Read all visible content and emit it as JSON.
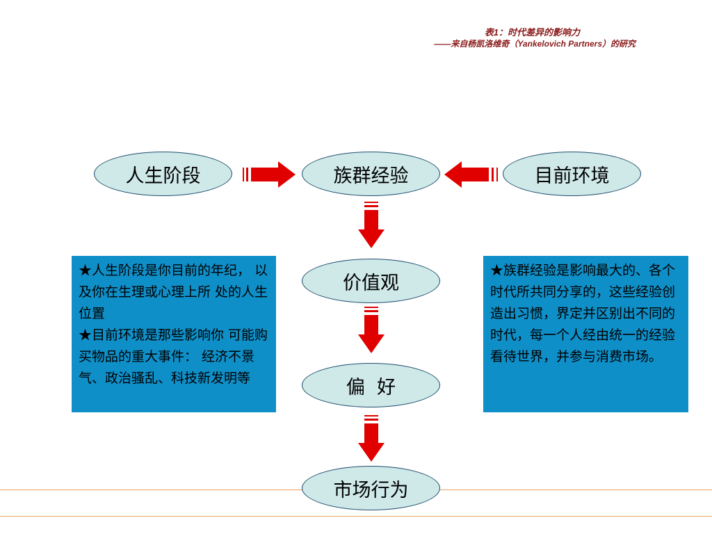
{
  "title": {
    "line1": "表1：时代差异的影响力",
    "line2": "——来自杨凯洛维奇（Yankelovich Partners）的研究"
  },
  "nodes": {
    "life_stage": "人生阶段",
    "group_experience": "族群经验",
    "current_environment": "目前环境",
    "values": "价值观",
    "preference": "偏  好",
    "market_behavior": "市场行为"
  },
  "left_box": {
    "line1": "★人生阶段是你目前的年纪， 以及你在生理或心理上所 处的人生位置",
    "line2": "★目前环境是那些影响你 可能购买物品的重大事件： 经济不景气、政治骚乱、科技新发明等"
  },
  "right_box": {
    "text": "★族群经验是影响最大的、各个时代所共同分享的，这些经验创造出习惯，界定并区别出不同的时代，每一个人经由统一的经验看待世界，并参与消费市场。"
  },
  "colors": {
    "arrow": "#E00000",
    "box_bg": "#0F8FC8",
    "ellipse_fill": "#CFE8E8",
    "ellipse_border": "#1F4E6E",
    "title": "#8B1A1A",
    "rule": "#E8A060"
  }
}
